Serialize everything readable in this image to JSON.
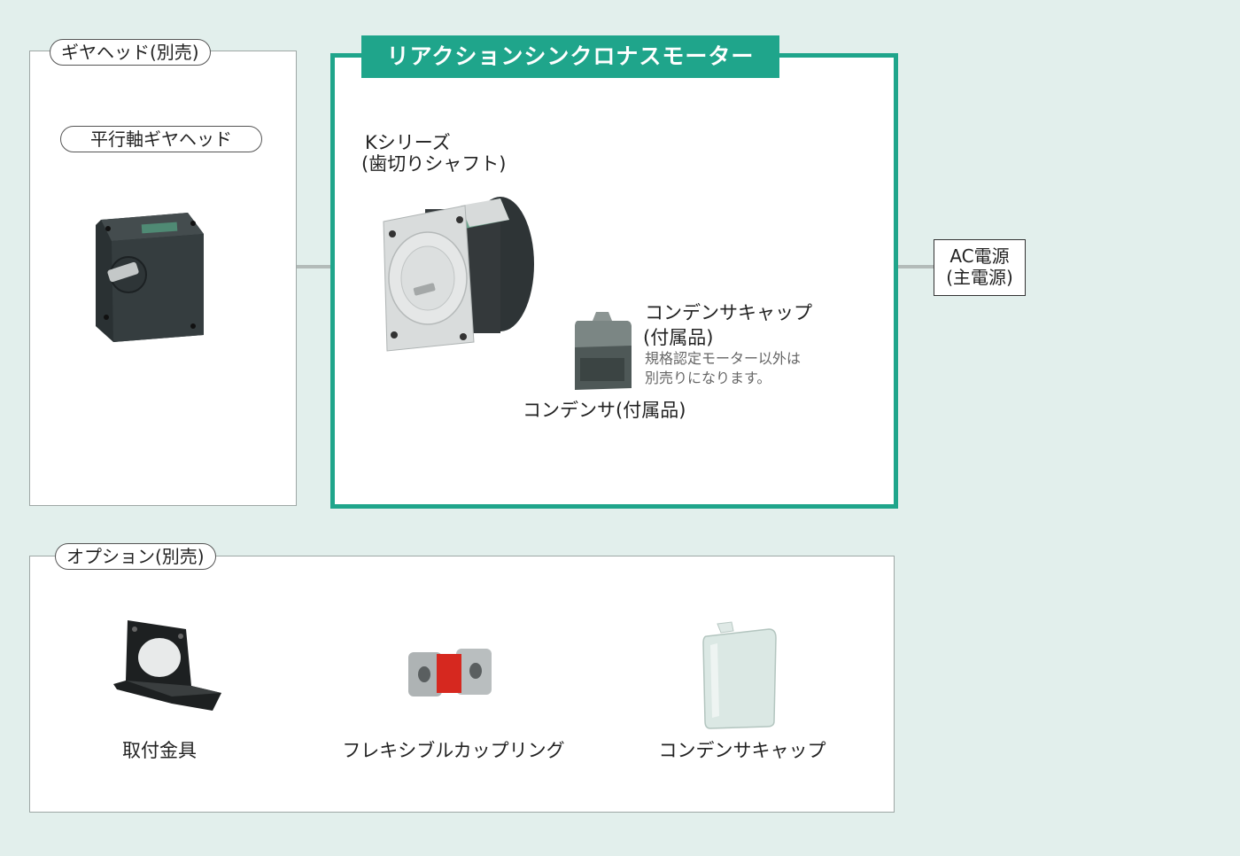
{
  "gearhead_section": {
    "title": "ギヤヘッド(別売)",
    "item_label": "平行軸ギヤヘッド"
  },
  "motor_section": {
    "title": "リアクションシンクロナスモーター",
    "series_line1": "Kシリーズ",
    "series_line2": "(歯切りシャフト)",
    "cap_label_line1": "コンデンサキャップ",
    "cap_label_line2": "(付属品)",
    "cap_note_line1": "規格認定モーター以外は",
    "cap_note_line2": "別売りになります。",
    "capacitor_label": "コンデンサ(付属品)"
  },
  "power": {
    "line1": "AC電源",
    "line2": "(主電源)"
  },
  "options_section": {
    "title": "オプション(別売)",
    "items": [
      {
        "label": "取付金具"
      },
      {
        "label": "フレキシブルカップリング"
      },
      {
        "label": "コンデンサキャップ"
      }
    ]
  },
  "colors": {
    "accent": "#1fa58b",
    "background": "#e2efec"
  }
}
